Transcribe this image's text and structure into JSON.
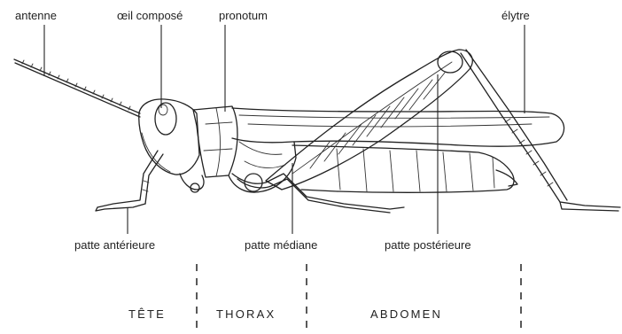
{
  "labels": {
    "antenna": "antenne",
    "compound_eye": "œil composé",
    "pronotum": "pronotum",
    "elytra": "élytre",
    "front_leg": "patte antérieure",
    "middle_leg": "patte médiane",
    "hind_leg": "patte postérieure"
  },
  "sections": {
    "head": "TÊTE",
    "thorax": "THORAX",
    "abdomen": "ABDOMEN"
  }
}
